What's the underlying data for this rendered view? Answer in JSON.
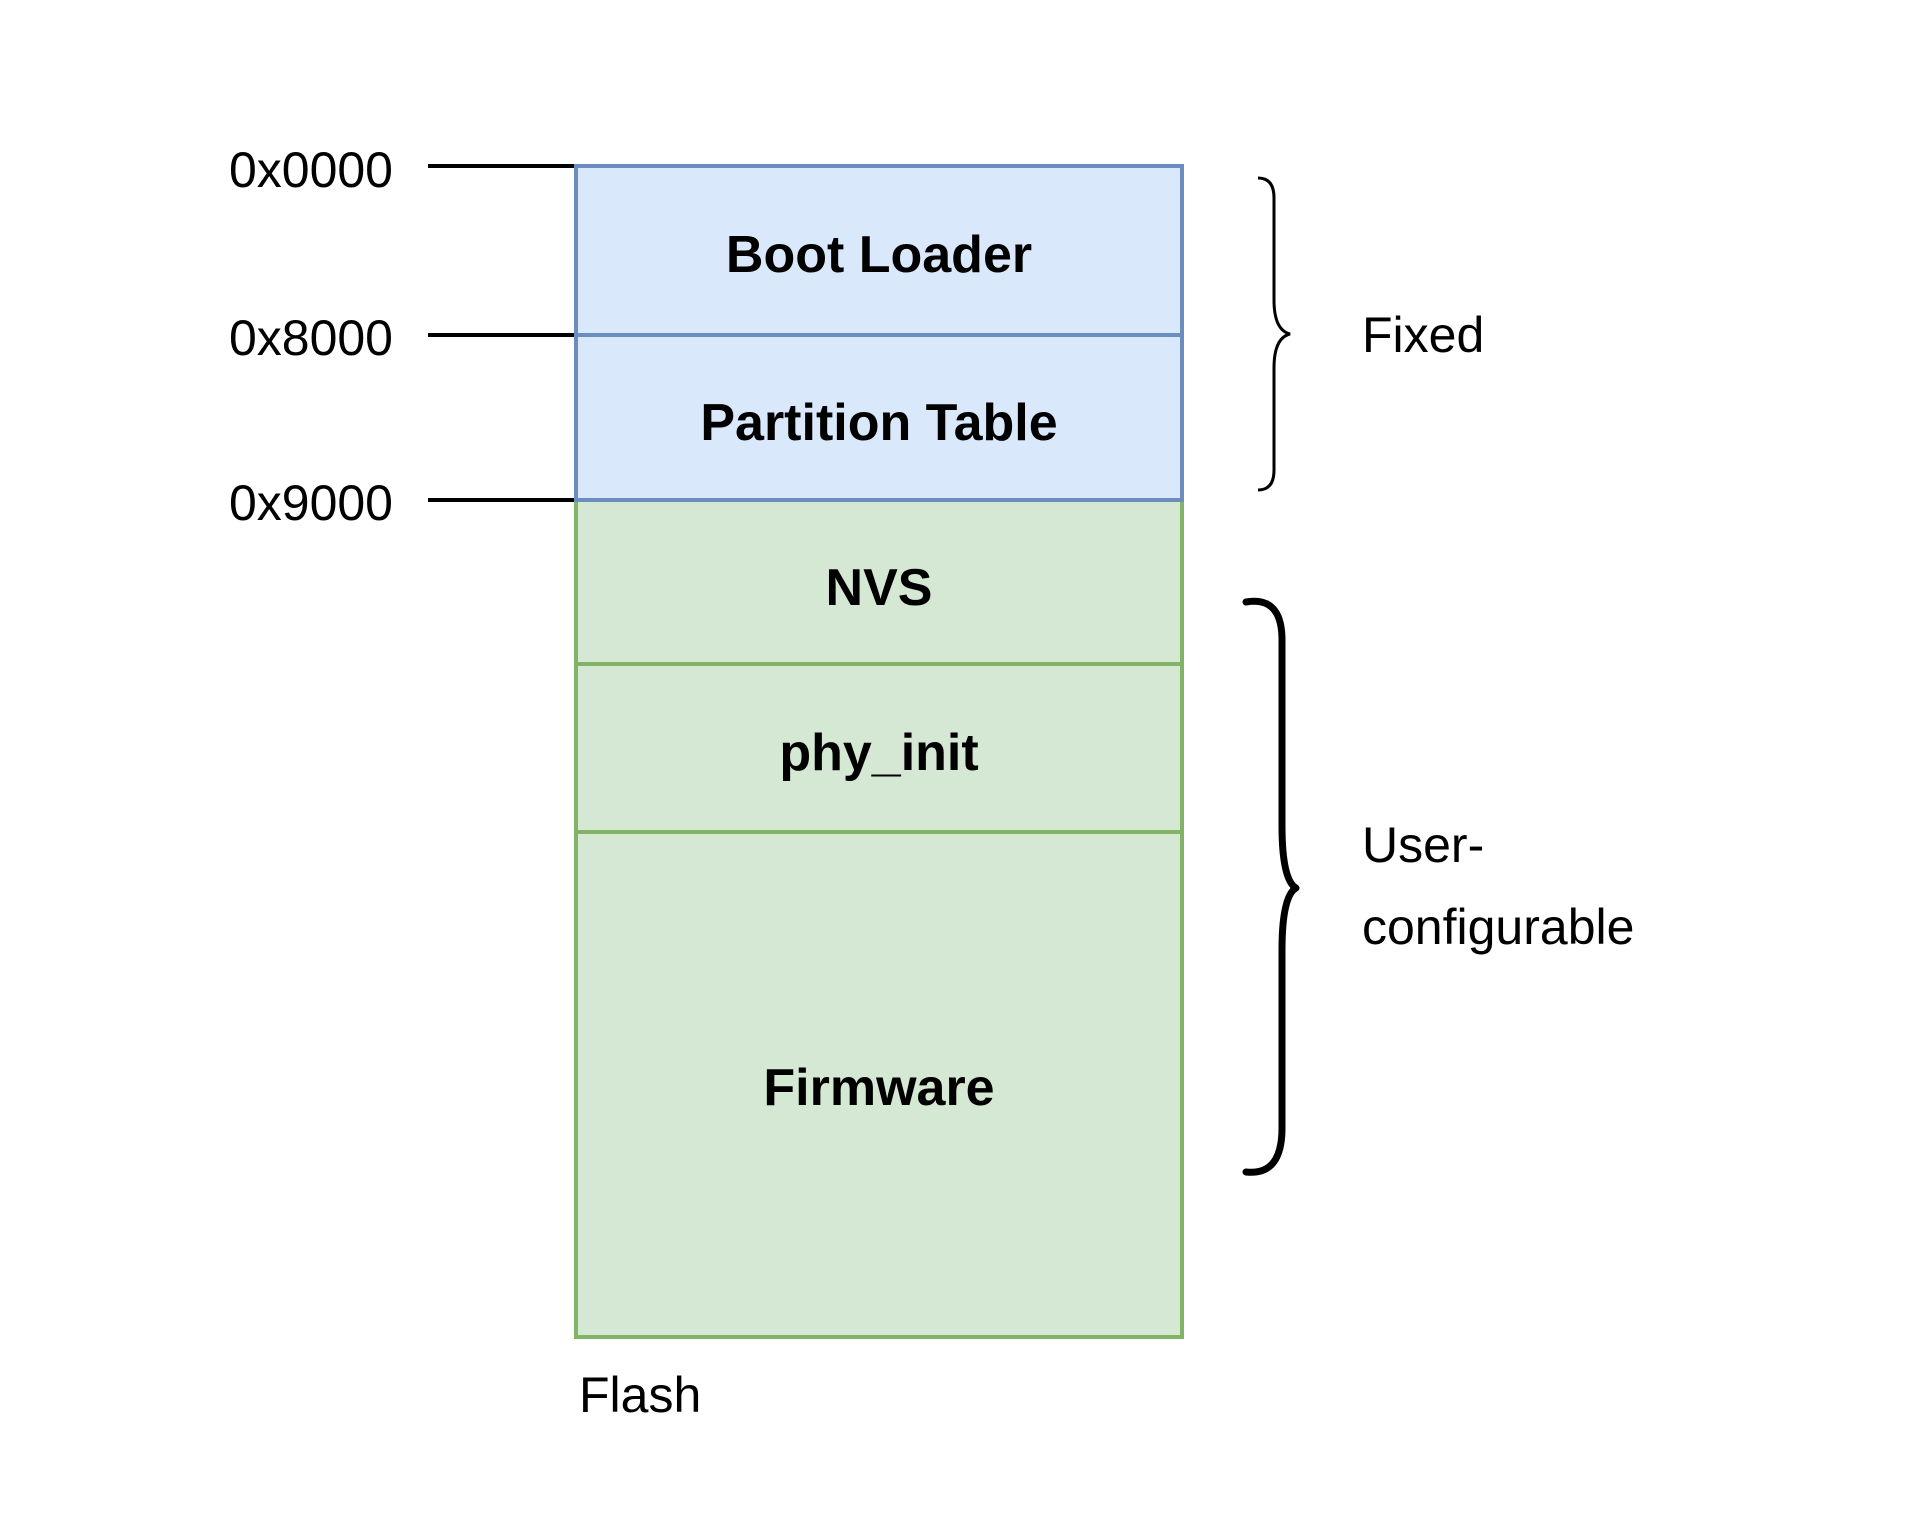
{
  "addresses": [
    {
      "label": "0x0000"
    },
    {
      "label": "0x8000"
    },
    {
      "label": "0x9000"
    }
  ],
  "blocks": [
    {
      "label": "Boot Loader",
      "fill": "#dae8fc",
      "stroke": "#6c8ebf"
    },
    {
      "label": "Partition Table",
      "fill": "#dae8fc",
      "stroke": "#6c8ebf"
    },
    {
      "label": "NVS",
      "fill": "#d5e8d4",
      "stroke": "#82b366"
    },
    {
      "label": "phy_init",
      "fill": "#d5e8d4",
      "stroke": "#82b366"
    },
    {
      "label": "Firmware",
      "fill": "#d5e8d4",
      "stroke": "#82b366"
    }
  ],
  "groups": {
    "fixed": {
      "line1": "Fixed"
    },
    "user": {
      "line1": "User-",
      "line2": "configurable"
    }
  },
  "memory_label": "Flash"
}
